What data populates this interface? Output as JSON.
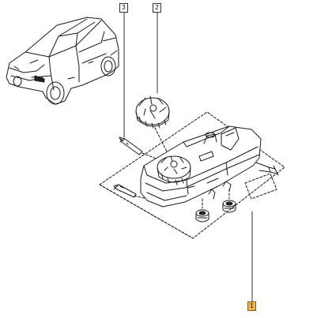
{
  "callouts": {
    "part_3": "3",
    "part_2": "2",
    "part_1": "1"
  },
  "colors": {
    "line": "#1a1a1a",
    "leader": "#333333",
    "highlight": "#f2b54a",
    "background": "#ffffff"
  },
  "icons": [
    "car-illustration",
    "brake-fluid-reservoir",
    "reservoir-cap",
    "level-sensor",
    "grommet"
  ]
}
